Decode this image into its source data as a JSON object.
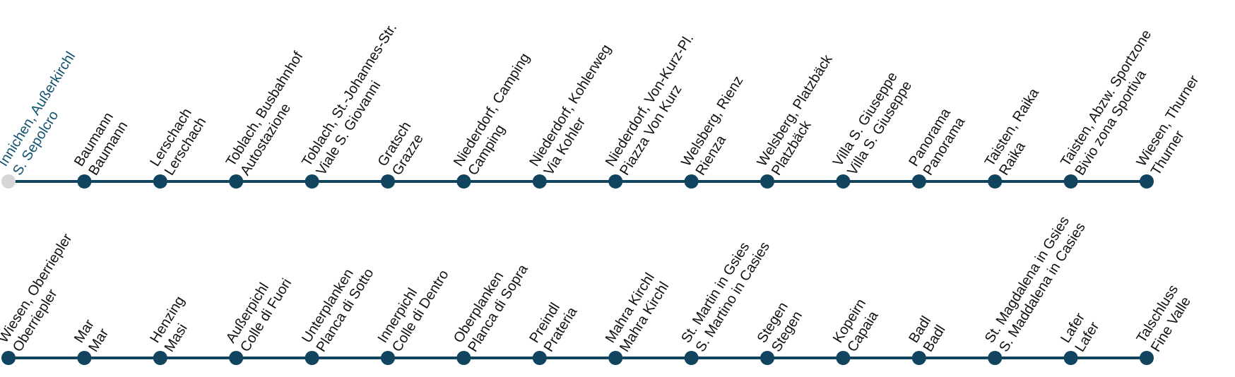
{
  "colors": {
    "line": "#11445f",
    "stop": "#11445f",
    "current_stop": "#d6d6d6",
    "current_text": "#11526f",
    "text": "#111111"
  },
  "rows": [
    {
      "stops": [
        {
          "de": "Innichen, Außerkirchl",
          "it": "S. Sepolcro",
          "current": true
        },
        {
          "de": "Baumann",
          "it": "Baumann"
        },
        {
          "de": "Lerschach",
          "it": "Lerschach"
        },
        {
          "de": "Toblach, Busbahnhof",
          "it": "Autostazione"
        },
        {
          "de": "Toblach, St.-Johannes-Str.",
          "it": "Viale S. Giovanni"
        },
        {
          "de": "Gratsch",
          "it": "Grazze"
        },
        {
          "de": "Niederdorf, Camping",
          "it": "Camping"
        },
        {
          "de": "Niederdorf, Kohlerweg",
          "it": "Via Kohler"
        },
        {
          "de": "Niederdorf, Von-Kurz-Pl.",
          "it": "Piazza Von Kurz"
        },
        {
          "de": "Welsberg, Rienz",
          "it": "Rienza"
        },
        {
          "de": "Welsberg, Platzbäck",
          "it": "Platzbäck"
        },
        {
          "de": "Villa S. Giuseppe",
          "it": "Villa S. Giuseppe"
        },
        {
          "de": "Panorama",
          "it": "Panorama"
        },
        {
          "de": "Taisten, Raika",
          "it": "Raika"
        },
        {
          "de": "Taisten, Abzw. Sportzone",
          "it": "Bivio zona Sportiva"
        },
        {
          "de": "Wiesen, Thurner",
          "it": "Thurner"
        }
      ]
    },
    {
      "stops": [
        {
          "de": "Wiesen, Oberriepler",
          "it": "Oberriepler"
        },
        {
          "de": "Mar",
          "it": "Mar"
        },
        {
          "de": "Henzing",
          "it": "Masi"
        },
        {
          "de": "Außerpichl",
          "it": "Colle di Fuori"
        },
        {
          "de": "Unterplanken",
          "it": "Planca di Sotto"
        },
        {
          "de": "Innerpichl",
          "it": "Colle di Dentro"
        },
        {
          "de": "Oberplanken",
          "it": "Planca di Sopra"
        },
        {
          "de": "Preindl",
          "it": "Prateria"
        },
        {
          "de": "Mahra Kirchl",
          "it": "Mahra Kirchl"
        },
        {
          "de": "St. Martin in Gsies",
          "it": "S. Martino in Casies"
        },
        {
          "de": "Stegen",
          "it": "Stegen"
        },
        {
          "de": "Kopeirn",
          "it": "Capaia"
        },
        {
          "de": "Badl",
          "it": "Badl"
        },
        {
          "de": "St. Magdalena in Gsies",
          "it": "S. Maddalena in Casies"
        },
        {
          "de": "Lafer",
          "it": "Lafer"
        },
        {
          "de": "Talschluss",
          "it": "Fine Valle"
        }
      ]
    }
  ]
}
